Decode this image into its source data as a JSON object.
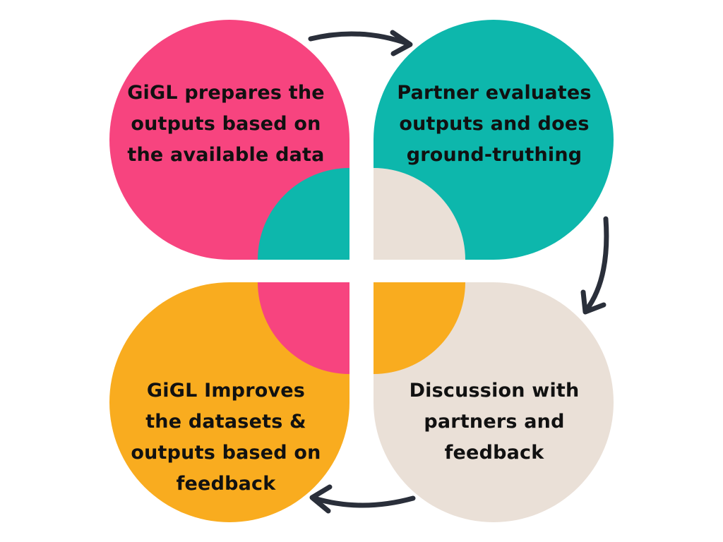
{
  "colors": {
    "pink": "#F7447F",
    "teal": "#0DB7AC",
    "orange": "#F9AC1F",
    "beige": "#EAE0D7",
    "arrow": "#2A2F3A"
  },
  "petals": {
    "top_left": {
      "color": "pink",
      "lines": [
        "GiGL prepares the",
        "outputs based on",
        "the available data"
      ]
    },
    "top_right": {
      "color": "teal",
      "lines": [
        "Partner evaluates",
        "outputs and does",
        "ground-truthing"
      ]
    },
    "bottom_left": {
      "color": "orange",
      "lines": [
        "GiGL Improves",
        "the datasets &",
        "outputs based on",
        "feedback"
      ]
    },
    "bottom_right": {
      "color": "beige",
      "lines": [
        "Discussion with",
        "partners and",
        "feedback"
      ]
    }
  },
  "flow": [
    "top_left",
    "top_right",
    "bottom_right",
    "bottom_left"
  ]
}
